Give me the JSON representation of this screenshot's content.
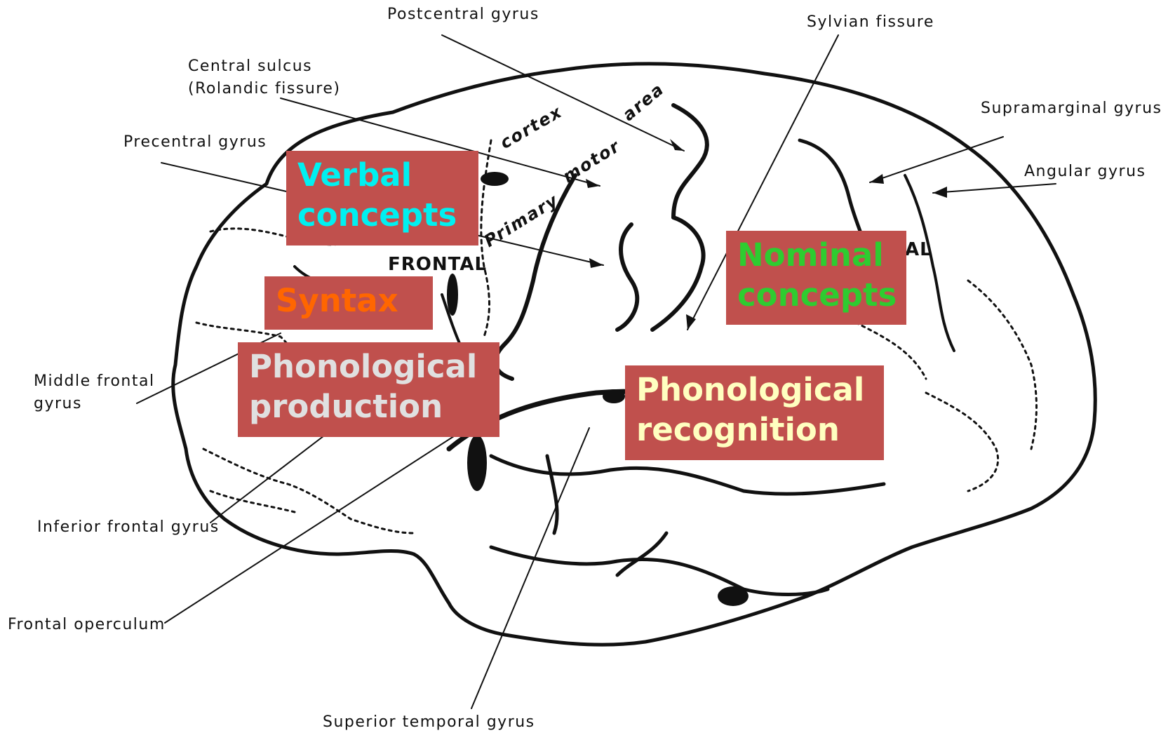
{
  "labels": {
    "postcentral": "Postcentral  gyrus",
    "sylvian": "Sylvian fissure",
    "central_1": "Central  sulcus",
    "central_2": "(Rolandic  fissure)",
    "supramarginal": "Supramarginal  gyrus",
    "precentral": "Precentral  gyrus",
    "angular": "Angular  gyrus",
    "middle_frontal_1": "Middle  frontal",
    "middle_frontal_2": "gyrus",
    "inferior_frontal": "Inferior  frontal  gyrus",
    "frontal_operculum": "Frontal operculum",
    "superior_temporal": "Superior  temporal  gyrus"
  },
  "in_brain": {
    "frontal": "FRONTAL",
    "parietal_fragment": "AL",
    "primary": "Primary",
    "motor": "motor",
    "cortex": "cortex",
    "area": "area"
  },
  "boxes": {
    "verbal": {
      "line1": "Verbal",
      "line2": "concepts",
      "color": "#00f0f0"
    },
    "syntax": {
      "line1": "Syntax",
      "color": "#ff6600"
    },
    "phon_prod": {
      "line1": "Phonological",
      "line2": "production",
      "color": "#e0e0e0"
    },
    "nominal": {
      "line1": "Nominal",
      "line2": "concepts",
      "color": "#2ecc30"
    },
    "phon_rec": {
      "line1": "Phonological",
      "line2": "recognition",
      "color": "#ffffc0"
    }
  },
  "colors": {
    "box_fill": "#c0504d",
    "ink": "#111111"
  }
}
